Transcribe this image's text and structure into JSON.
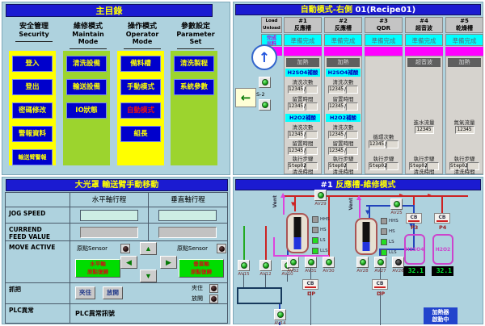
{
  "colors": {
    "title_bar": "#1b1bd1",
    "ready_cyan": "#00ffff",
    "step_magenta": "#ff00ff",
    "panel_yellow": "#ffff00",
    "panel_green": "#9cd42e",
    "button_blue": "#0000cc",
    "active_red": "#ee1111",
    "heater_blue": "#2244cc",
    "seg_green": "#00ee33"
  },
  "main_menu": {
    "title": "主目錄",
    "sections": [
      {
        "name_zh": "安全管理",
        "name_en": "Security",
        "buttons": [
          "登入",
          "登出",
          "密碼修改",
          "警報資料",
          "輸送臂警報"
        ]
      },
      {
        "name_zh": "維修模式",
        "name_en": "Maintain Mode",
        "buttons": [
          "清洗設備",
          "輸送設備",
          "IO狀態"
        ]
      },
      {
        "name_zh": "操作模式",
        "name_en": "Operator Mode",
        "buttons": [
          "備料槽",
          "手動模式",
          "自動模式",
          "組長"
        ]
      },
      {
        "name_zh": "參數設定",
        "name_en": "Parameter Set",
        "buttons": [
          "清洗製程",
          "系統參數"
        ]
      }
    ]
  },
  "auto_mode": {
    "title": "自動模式-右側",
    "recipe": "01(Recipe01)",
    "load_line1": "Load",
    "load_line2": "Unload",
    "load_status1": "完成",
    "load_status2": "出料",
    "sensor2": "S-2",
    "stations": [
      {
        "id": "#1",
        "name": "反應槽",
        "ready": "準備完成",
        "mode": "加熱",
        "chip1": "H2SO4補酸",
        "wash1": "清洗次數",
        "wash1_v": "12345",
        "dwell1": "留置時間",
        "dwell1_v": "12345",
        "chip2": "H2O2補酸",
        "wash2": "清洗次數",
        "wash2_v": "12345",
        "dwell2": "留置時間",
        "dwell2_v": "12345",
        "step": "執行步驟",
        "step_v": "Step02",
        "time": "清洗時間"
      },
      {
        "id": "#2",
        "name": "反應槽",
        "ready": "準備完成",
        "mode": "加熱",
        "chip1": "H2SO4補酸",
        "wash1": "清洗次數",
        "wash1_v": "12345",
        "dwell1": "留置時間",
        "dwell1_v": "12345",
        "chip2": "H2O2補酸",
        "wash2": "清洗次數",
        "wash2_v": "12345",
        "dwell2": "留置時間",
        "dwell2_v": "12345",
        "step": "執行步驟",
        "step_v": "Step02",
        "time": "清洗時間"
      },
      {
        "id": "#3",
        "name": "QDR",
        "ready": "準備完成",
        "cycle": "循環次數",
        "cycle_v": "12345",
        "step": "執行步驟",
        "step_v": "Step02"
      },
      {
        "id": "#4",
        "name": "超音波",
        "ready": "準備完成",
        "mode": "超音波",
        "flow": "進水流量",
        "flow_v": "12345",
        "step": "執行步驟",
        "step_v": "Step02",
        "time": "清洗時間"
      },
      {
        "id": "#5",
        "name": "乾燥槽",
        "ready": "準備完成",
        "mode": "加熱",
        "flow": "氮氣流量",
        "flow_v": "12345",
        "step": "執行步驟",
        "step_v": "Step02",
        "time": "清洗時間"
      }
    ]
  },
  "manual_move": {
    "title": "大光罩 輸送臂手動移動",
    "header_h": "水平軸行程",
    "header_v": "垂直軸行程",
    "row_jog": "JOG SPEED",
    "row_feed1": "CURREND",
    "row_feed2": "FEED VALUE",
    "row_move": "MOVE ACTIVE",
    "row_grip": "抓把",
    "row_plc": "PLC異常",
    "origin_sensor": "原點Sensor",
    "home_h1": "水平軸",
    "home_h2": "原點復歸",
    "home_v1": "垂直軸",
    "home_v2": "原點復歸",
    "clamp": "夾住",
    "release": "放開",
    "ind_clamp": "夾住",
    "ind_release": "放開",
    "plc_signal": "PLC異常訊號"
  },
  "maintenance": {
    "title_prefix": "#1",
    "title": "反應槽-維修模式",
    "vent": "Vent",
    "level_sensors": [
      "HHS",
      "HS",
      "LS",
      "LLS"
    ],
    "valve_av29": "AV29",
    "valve_av25": "AV25",
    "left_valves": [
      "AV15",
      "AV12",
      "AV10"
    ],
    "mid_valves": [
      "AV32",
      "AV31",
      "AV30"
    ],
    "right_valves": [
      "AV28",
      "AV27",
      "AV26"
    ],
    "valve_av14": "AV14",
    "cb_label": "CB",
    "pump1": "P3",
    "pump2": "P4",
    "drain": "DP",
    "chem1": "H2SO4",
    "chem1_reading": "32.1",
    "chem2": "H2O2",
    "chem2_reading": "32.1",
    "heater1": "加熱器",
    "heater2": "啟動中"
  }
}
